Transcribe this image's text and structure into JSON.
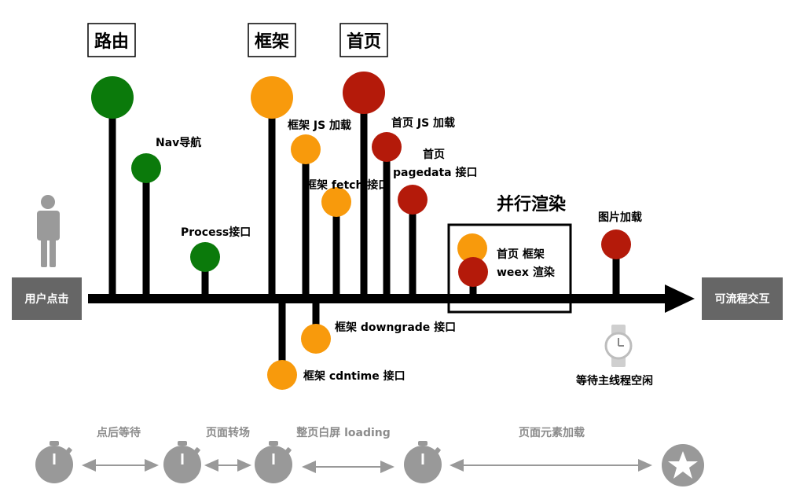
{
  "headers": {
    "route": "路由",
    "framework": "框架",
    "homepage": "首页",
    "parallel": "并行渲染"
  },
  "boxes": {
    "start": "用户点击",
    "end": "可流程交互"
  },
  "labels": {
    "nav": "Nav导航",
    "process": "Process接口",
    "fw_js": "框架 JS 加载",
    "fw_fetch": "框架 fetch 接口",
    "fw_downgrade": "框架 downgrade 接口",
    "fw_cdntime": "框架 cdntime 接口",
    "hp_js": "首页 JS 加载",
    "hp_pagedata_1": "首页",
    "hp_pagedata_2": "pagedata 接口",
    "render_1": "首页 框架",
    "render_2": "weex 渲染",
    "image": "图片加载",
    "idle": "等待主线程空闲"
  },
  "phases": [
    "点后等待",
    "页面转场",
    "整页白屏 loading",
    "页面元素加载"
  ],
  "colors": {
    "green": "#0b7a0b",
    "orange": "#f89a0c",
    "red": "#b41a0a",
    "gray_box": "#666666",
    "gray_icon": "#999999"
  }
}
